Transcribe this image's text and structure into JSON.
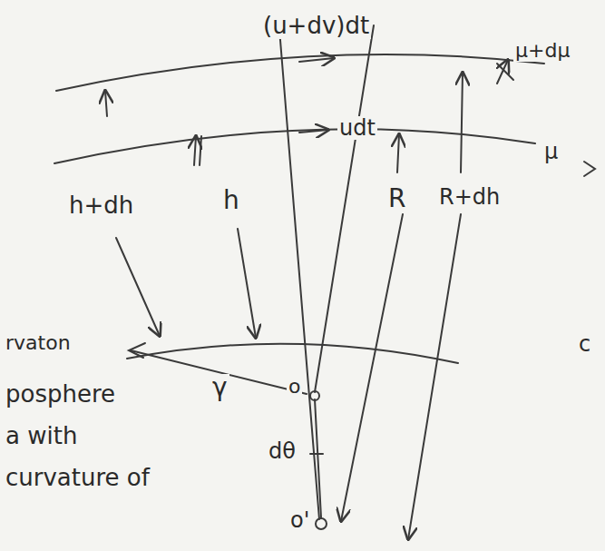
{
  "diagram": {
    "labels": [
      "(u+dv)dt",
      "μ+dμ",
      "h+dh",
      "h",
      "udt",
      "R",
      "R+dh",
      "μ",
      "rvaton",
      "posphere",
      "a with",
      "curvature of",
      "γ",
      "o",
      "dθ",
      "o'",
      "c"
    ]
  }
}
